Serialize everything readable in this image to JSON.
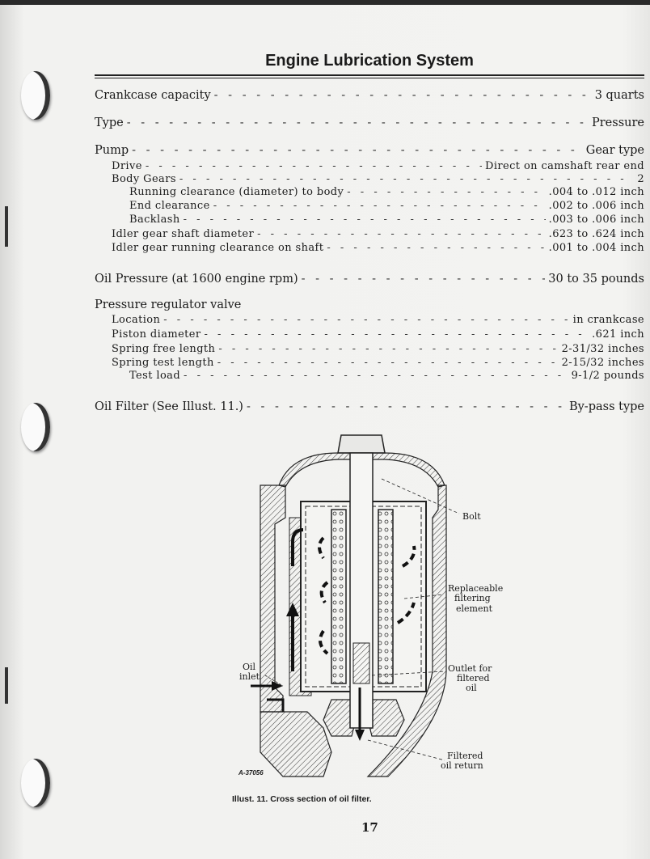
{
  "title": "Engine Lubrication System",
  "specs": [
    {
      "label": "Crankcase capacity",
      "value": "3 quarts",
      "indent": 0,
      "size": "big"
    },
    {
      "label": "Type",
      "value": "Pressure",
      "indent": 0,
      "size": "big"
    },
    {
      "label": "Pump",
      "value": "Gear type",
      "indent": 0,
      "size": "big"
    },
    {
      "label": "Drive",
      "value": "Direct on camshaft rear end",
      "indent": 1,
      "size": "small"
    },
    {
      "label": "Body Gears",
      "value": "2",
      "indent": 1,
      "size": "small"
    },
    {
      "label": "Running clearance (diameter) to body",
      "value": ".004 to .012 inch",
      "indent": 2,
      "size": "small"
    },
    {
      "label": "End clearance",
      "value": ".002 to .006 inch",
      "indent": 2,
      "size": "small"
    },
    {
      "label": "Backlash",
      "value": ".003 to .006 inch",
      "indent": 2,
      "size": "small"
    },
    {
      "label": "Idler gear shaft diameter",
      "value": ".623 to .624 inch",
      "indent": 1,
      "size": "small"
    },
    {
      "label": "Idler gear running clearance on shaft",
      "value": ".001 to .004 inch",
      "indent": 1,
      "size": "small"
    },
    {
      "label": "Oil Pressure (at 1600 engine rpm)",
      "value": "30 to 35 pounds",
      "indent": 0,
      "size": "big"
    },
    {
      "label": "Pressure regulator valve",
      "value": "",
      "indent": 0,
      "size": "big"
    },
    {
      "label": "Location",
      "value": "in crankcase",
      "indent": 1,
      "size": "small"
    },
    {
      "label": "Piston diameter",
      "value": ".621 inch",
      "indent": 1,
      "size": "small"
    },
    {
      "label": "Spring free length",
      "value": "2-31/32 inches",
      "indent": 1,
      "size": "small"
    },
    {
      "label": "Spring test length",
      "value": "2-15/32 inches",
      "indent": 1,
      "size": "small"
    },
    {
      "label": "Test load",
      "value": "9-1/2 pounds",
      "indent": 2,
      "size": "small"
    },
    {
      "label": "Oil Filter (See Illust. 11.)",
      "value": "By-pass type",
      "indent": 0,
      "size": "big"
    }
  ],
  "figure": {
    "labels": {
      "bolt": "Bolt",
      "element_1": "Replaceable",
      "element_2": "filtering",
      "element_3": "element",
      "inlet_1": "Oil",
      "inlet_2": "inlet",
      "outlet_1": "Outlet for",
      "outlet_2": "filtered",
      "outlet_3": "oil",
      "return_1": "Filtered",
      "return_2": "oil return",
      "code": "A-37056"
    },
    "caption": "Illust. 11.  Cross section of oil filter."
  },
  "page_number": "17"
}
